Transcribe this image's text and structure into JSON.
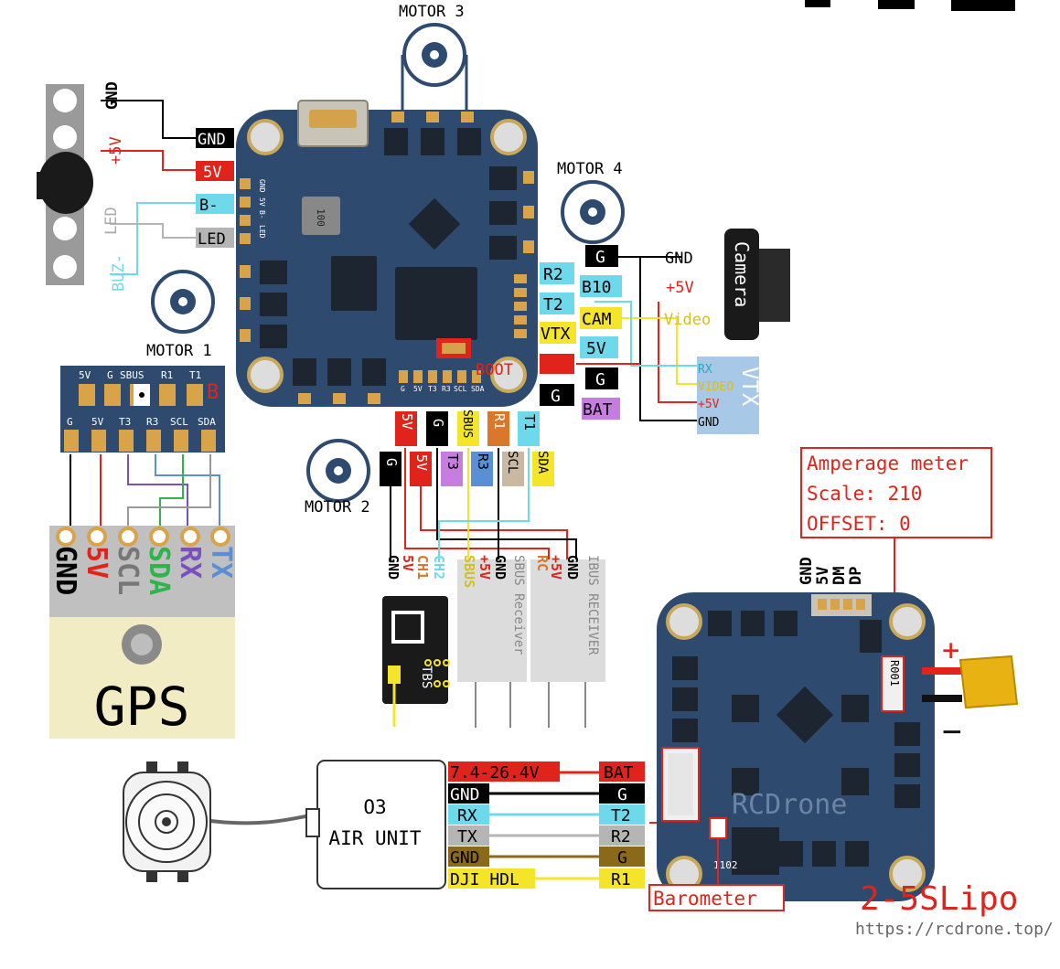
{
  "motors": {
    "m1": "MOTOR 1",
    "m2": "MOTOR 2",
    "m3": "MOTOR 3",
    "m4": "MOTOR 4"
  },
  "fc": {
    "boot": "BOOT",
    "inductor": "100",
    "usb_label": "",
    "left_tags": {
      "gnd": "GND",
      "v5": "5V",
      "bminus": "B-",
      "led": "LED"
    },
    "right_tags": {
      "g": "G",
      "r2": "R2",
      "b10": "B10",
      "t2": "T2",
      "cam": "CAM",
      "vtx": "VTX",
      "v5": "5V",
      "g2": "G",
      "g3": "G",
      "bat": "BAT"
    },
    "bottom_tags": {
      "v5a": "5V",
      "g": "G",
      "sbus": "SBUS",
      "r1": "R1",
      "t1": "T1",
      "ga": "G",
      "v5b": "5V",
      "t3": "T3",
      "r3": "R3",
      "scl": "SCL",
      "sda": "SDA"
    },
    "bottom_pad_labels": [
      "G",
      "5V",
      "T3",
      "R3",
      "SCL",
      "SDA"
    ],
    "left_pad_labels": [
      "GND",
      "5V",
      "B-",
      "LED"
    ]
  },
  "buzzer": {
    "gnd": "GND",
    "v5": "+5V",
    "led": "LED",
    "buz": "BUZ-"
  },
  "camera": {
    "label": "Camera",
    "gnd": "GND",
    "v5": "+5V",
    "video": "Video"
  },
  "vtx": {
    "title": "VTX",
    "rx": "RX",
    "video": "VIDEO",
    "v5": "+5V",
    "gnd": "GND"
  },
  "gps": {
    "top_labels": [
      "5V",
      "G",
      "SBUS",
      "R1",
      "T1",
      "B"
    ],
    "bottom_labels": [
      "G",
      "5V",
      "T3",
      "R3",
      "SCL",
      "SDA"
    ],
    "pins": [
      "GND",
      "5V",
      "SCL",
      "SDA",
      "RX",
      "TX"
    ],
    "title": "GPS"
  },
  "receivers": {
    "tbs_pins": [
      "GND",
      "5V",
      "CH1",
      "CH2"
    ],
    "tbs_label": "TBS",
    "sbus_pins": [
      "SBUS",
      "GND",
      "+5V"
    ],
    "sbus_label": "SBUS Receiver",
    "ibus_pins": [
      "RC",
      "+5V",
      "GND"
    ],
    "ibus_label": "IBUS RECEIVER"
  },
  "esc": {
    "meter_title": "Amperage meter",
    "meter_scale": "Scale: 210",
    "meter_offset": "OFFSET: 0",
    "pins": [
      "GND",
      "5V",
      "DM",
      "DP"
    ],
    "resistor": "R001",
    "plus": "+",
    "minus": "−",
    "barometer": "Barometer",
    "lipo": "2-5SLipo",
    "watermark": "RCDrone",
    "board_mark": "1102"
  },
  "air_unit": {
    "line1": "O3",
    "line2": "AIR UNIT",
    "left_tags": [
      "7.4-26.4V",
      "GND",
      "RX",
      "TX",
      "GND",
      "DJI HDL"
    ],
    "right_tags": [
      "BAT",
      "G",
      "T2",
      "R2",
      "G",
      "R1"
    ]
  },
  "url": "https://rcdrone.top/",
  "colors": {
    "black": "#000000",
    "red": "#e0241b",
    "cyan": "#6fd9ec",
    "gray": "#b5b5b5",
    "yellow": "#f5e52a",
    "purple": "#c77de0",
    "orange": "#d9772a",
    "blue": "#5a8fd6",
    "tan": "#c9b8a2",
    "pcb": "#2e4a6e",
    "vtx_blue": "#a8c8e8"
  }
}
